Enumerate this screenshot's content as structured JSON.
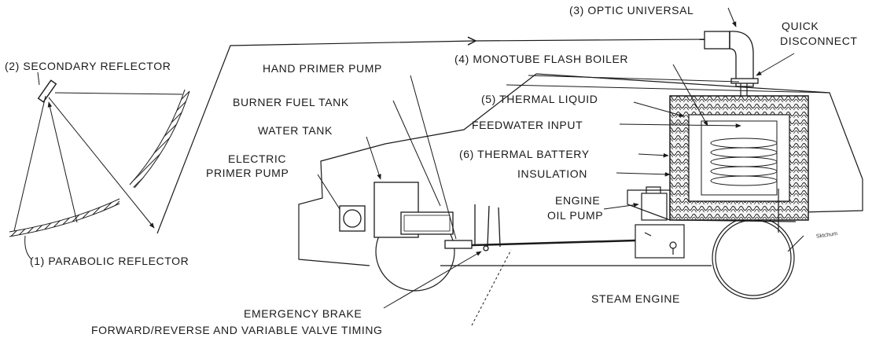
{
  "labels": {
    "secondary_reflector": "(2) SECONDARY REFLECTOR",
    "parabolic_reflector": "(1) PARABOLIC REFLECTOR",
    "hand_primer_pump": "HAND PRIMER PUMP",
    "burner_fuel_tank": "BURNER FUEL TANK",
    "water_tank": "WATER TANK",
    "electric_primer_pump_line1": "ELECTRIC",
    "electric_primer_pump_line2": "PRIMER PUMP",
    "optic_universal": "(3) OPTIC UNIVERSAL",
    "quick_disconnect_line1": "QUICK",
    "quick_disconnect_line2": "DISCONNECT",
    "monotube_flash_boiler": "(4) MONOTUBE FLASH BOILER",
    "thermal_liquid": "(5) THERMAL LIQUID",
    "feedwater_input": "FEEDWATER INPUT",
    "thermal_battery": "(6) THERMAL BATTERY",
    "insulation": "INSULATION",
    "engine_oil_pump_line1": "ENGINE",
    "engine_oil_pump_line2": "OIL PUMP",
    "emergency_brake": "EMERGENCY BRAKE",
    "forward_reverse": "FORWARD/REVERSE AND VARIABLE VALVE TIMING",
    "steam_engine": "STEAM ENGINE",
    "signature": "Sktchum"
  },
  "colors": {
    "ink": "#1a1a1a",
    "paper": "#ffffff"
  }
}
